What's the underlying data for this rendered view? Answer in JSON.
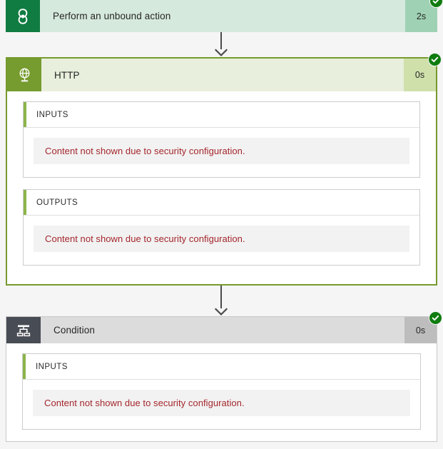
{
  "theme": {
    "page_background": "#f5f5f5",
    "success_green": "#107c10",
    "dataverse_green": "#107c41",
    "http_olive": "#769b2e",
    "condition_grey": "#484c54",
    "error_red": "#a4262c"
  },
  "security_message": "Content not shown due to security configuration.",
  "actions": [
    {
      "id": "unbound-action",
      "title": "Perform an unbound action",
      "duration": "2s",
      "status": "succeeded",
      "icon": "dataverse-rings-icon",
      "expanded": false,
      "panels": []
    },
    {
      "id": "http",
      "title": "HTTP",
      "duration": "0s",
      "status": "succeeded",
      "icon": "globe-icon",
      "expanded": true,
      "panels": [
        {
          "label": "INPUTS",
          "content": "Content not shown due to security configuration."
        },
        {
          "label": "OUTPUTS",
          "content": "Content not shown due to security configuration."
        }
      ]
    },
    {
      "id": "condition",
      "title": "Condition",
      "duration": "0s",
      "status": "succeeded",
      "icon": "condition-branch-icon",
      "expanded": true,
      "panels": [
        {
          "label": "INPUTS",
          "content": "Content not shown due to security configuration."
        }
      ]
    }
  ]
}
